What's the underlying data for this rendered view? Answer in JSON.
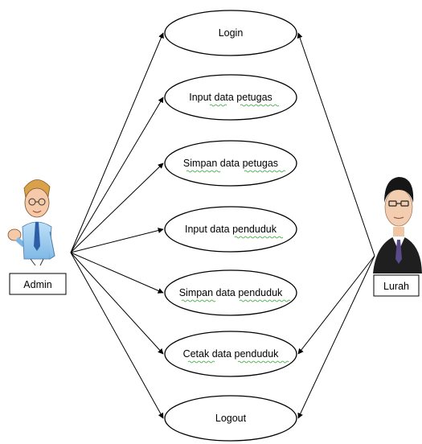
{
  "actors": {
    "admin": {
      "label": "Admin"
    },
    "lurah": {
      "label": "Lurah"
    }
  },
  "use_cases": [
    {
      "id": "login",
      "label": "Login"
    },
    {
      "id": "input-petugas",
      "label": "Input data  petugas"
    },
    {
      "id": "simpan-petugas",
      "label": "Simpan data petugas"
    },
    {
      "id": "input-penduduk",
      "label": "Input data penduduk"
    },
    {
      "id": "simpan-penduduk",
      "label": "Simpan data penduduk"
    },
    {
      "id": "cetak-penduduk",
      "label": "Cetak data penduduk"
    },
    {
      "id": "logout",
      "label": "Logout"
    }
  ],
  "associations": {
    "admin": [
      "login",
      "input-petugas",
      "simpan-petugas",
      "input-penduduk",
      "simpan-penduduk",
      "cetak-penduduk",
      "logout"
    ],
    "lurah": [
      "login",
      "cetak-penduduk",
      "logout"
    ]
  }
}
